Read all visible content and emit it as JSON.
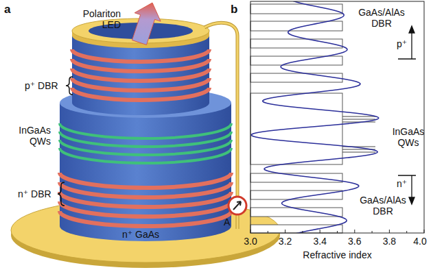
{
  "diagram": {
    "labels": [
      "a",
      "Polariton LED",
      "p⁺ DBR",
      "InGaAs QWs",
      "n⁺ DBR",
      "A",
      "n⁺ GaAs",
      "b",
      "GaAs/AlAs DBR",
      "p⁺",
      "InGaAs QWs",
      "n⁺",
      "GaAs/AlAs DBR",
      "3.0",
      "3.2",
      "3.4",
      "3.6",
      "3.8",
      "4.0",
      "Refractive index"
    ]
  }
}
